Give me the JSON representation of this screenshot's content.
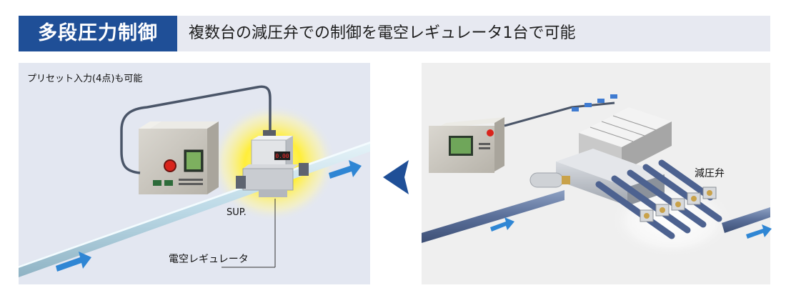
{
  "header": {
    "badge": "多段圧力制御",
    "subtitle": "複数台の減圧弁での制御を電空レギュレータ1台で可能"
  },
  "left_panel": {
    "preset_note": "プリセット入力(4点)も可能",
    "sup_label": "SUP.",
    "regulator_label": "電空レギュレータ",
    "display_value": "0.00"
  },
  "right_panel": {
    "reducing_valve_label": "減圧弁"
  },
  "colors": {
    "header_badge": "#1f4f97",
    "header_bg": "#e7e9f1",
    "left_bg": "#e3e7f1",
    "right_bg": "#efefef",
    "arrow": "#2f86d4",
    "glow": "#ffe600"
  }
}
